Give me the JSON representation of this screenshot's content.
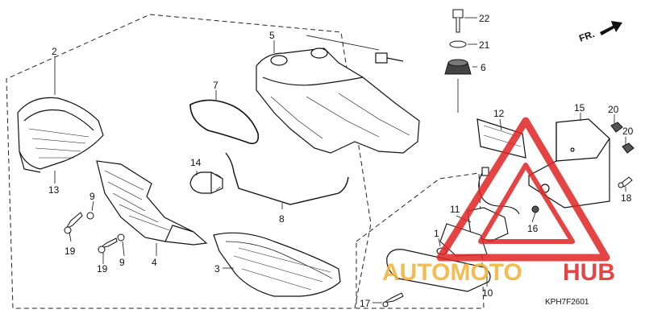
{
  "callouts": {
    "c2": "2",
    "c13": "13",
    "c9a": "9",
    "c19a": "19",
    "c19b": "19",
    "c9b": "9",
    "c4": "4",
    "c3": "3",
    "c5": "5",
    "c7": "7",
    "c14": "14",
    "c8": "8",
    "c22": "22",
    "c21": "21",
    "c6": "6",
    "c12": "12",
    "c15": "15",
    "c20a": "20",
    "c20b": "20",
    "c11": "11",
    "c1": "1",
    "c16": "16",
    "c18": "18",
    "c10": "10",
    "c17": "17"
  },
  "direction_label": "FR.",
  "diagram_code": "KPH7F2601",
  "watermark": {
    "part1": "AUTOMOTO",
    "part2": "HUB",
    "color_orange": "#f2b134",
    "color_red": "#e02424"
  }
}
